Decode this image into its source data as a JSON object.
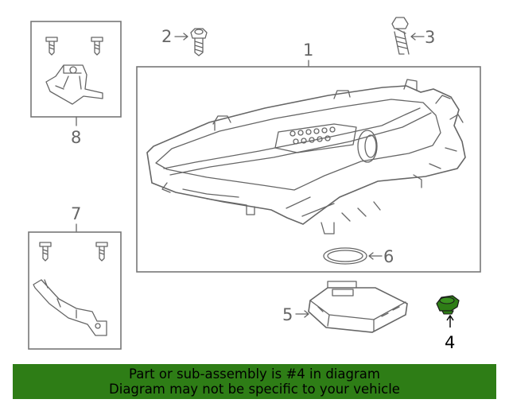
{
  "callouts": {
    "c1": "1",
    "c2": "2",
    "c3": "3",
    "c4": "4",
    "c5": "5",
    "c6": "6",
    "c7": "7",
    "c8": "8"
  },
  "highlight_color": "#2e7d16",
  "banner": {
    "line1": "Part or sub-assembly is #4 in diagram",
    "line2": "Diagram may not be specific to your vehicle"
  }
}
